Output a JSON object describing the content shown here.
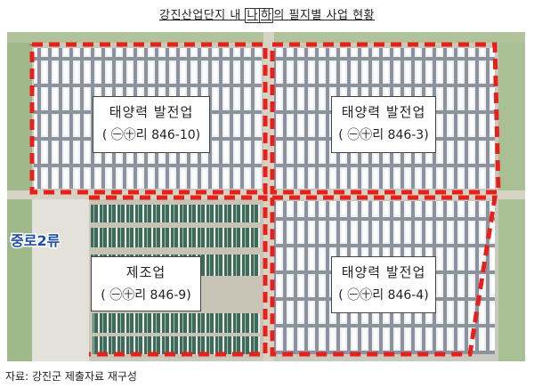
{
  "title": {
    "prefix": "강진산업단지 내 ",
    "boxed_1": "나",
    "boxed_2": "하",
    "suffix": "의 필지별 사업 현황"
  },
  "road_label": "중로2류",
  "parcels": [
    {
      "use": "태양력 발전업",
      "lot": "( ㊀㊉리 846-10)"
    },
    {
      "use": "태양력 발전업",
      "lot": "( ㊀㊉리 846-3)"
    },
    {
      "use": "제조업",
      "lot": "( ㊀㊉리 846-9)"
    },
    {
      "use": "태양력 발전업",
      "lot": "( ㊀㊉리 846-4)"
    }
  ],
  "source": "자료: 강진군 제출자료 재구성",
  "colors": {
    "boundary": "#e8201c",
    "solar_panel": "#e9ecf0",
    "factory_roof": "#3f6a5a",
    "road_label": "#1f4fa8"
  }
}
